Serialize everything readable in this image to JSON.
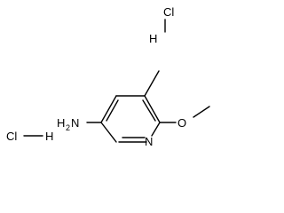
{
  "molecule": {
    "atom_labels": {
      "amine_n": "N",
      "amine_h": "H",
      "amine_h_sub": "2",
      "ring_n": "N",
      "ether_o": "O"
    },
    "salt_top": {
      "chlorine": "Cl",
      "hydrogen": "H"
    },
    "salt_left": {
      "chlorine": "Cl",
      "hydrogen": "H"
    }
  }
}
